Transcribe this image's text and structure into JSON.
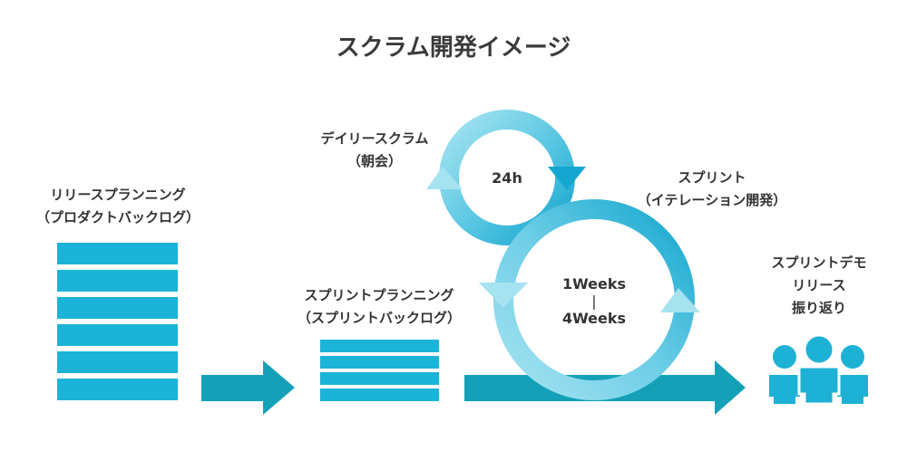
{
  "title": "スクラム開発イメージ",
  "release_planning": {
    "line1": "リリースプランニング",
    "line2": "（プロダクトバックログ）"
  },
  "sprint_planning": {
    "line1": "スプリントプランニング",
    "line2": "（スプリントバックログ）"
  },
  "daily_scrum": {
    "line1": "デイリースクラム",
    "line2": "（朝会）",
    "cycle": "24h"
  },
  "sprint": {
    "line1": "スプリント",
    "line2": "（イテレーション開発）",
    "cycle_line1": "1Weeks",
    "cycle_sep": "|",
    "cycle_line2": "4Weeks"
  },
  "sprint_demo": {
    "line1": "スプリントデモ",
    "line2": "リリース",
    "line3": "振り返り"
  },
  "colors": {
    "bar": "#1cb3d8",
    "arrow": "#14a1b8",
    "circle_dark": "#15a7cf",
    "circle_light": "#a6e3f1",
    "people": "#1eb1d6"
  },
  "icons": [
    "people-icon"
  ]
}
